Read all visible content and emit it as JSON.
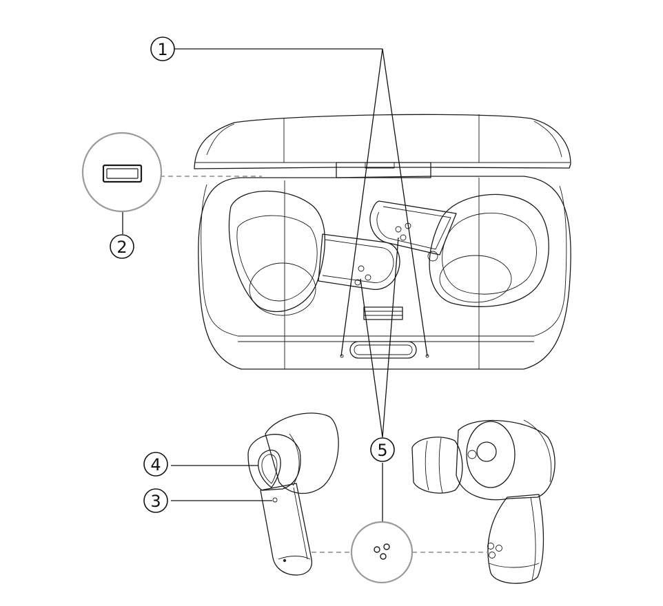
{
  "callouts": [
    {
      "id": "1",
      "label": "1"
    },
    {
      "id": "2",
      "label": "2"
    },
    {
      "id": "3",
      "label": "3"
    },
    {
      "id": "4",
      "label": "4"
    },
    {
      "id": "5",
      "label": "5"
    }
  ],
  "icons": {
    "usb_port": "usb-port-icon",
    "charging_contacts": "charging-contacts-icon"
  }
}
